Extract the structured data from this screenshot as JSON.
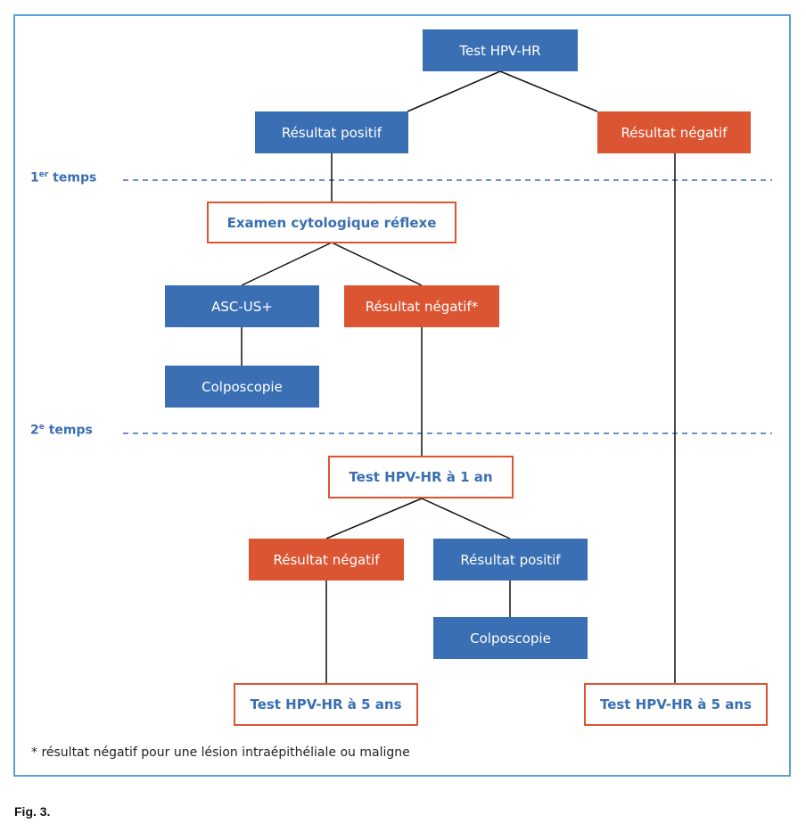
{
  "nodes": {
    "test_hpv": "Test HPV-HR",
    "positif_1": "Résultat positif",
    "negatif_1": "Résultat négatif",
    "cytologie": "Examen cytologique réflexe",
    "ascus": "ASC-US+",
    "negatif_cyto": "Résultat négatif*",
    "colpo_1": "Colposcopie",
    "test_1an": "Test HPV-HR à 1 an",
    "negatif_2": "Résultat négatif",
    "positif_2": "Résultat positif",
    "colpo_2": "Colposcopie",
    "test_5ans_left": "Test HPV-HR à 5 ans",
    "test_5ans_right": "Test HPV-HR à 5 ans"
  },
  "stages": {
    "first": {
      "num": "1",
      "sup": "er",
      "label": " temps"
    },
    "second": {
      "num": "2",
      "sup": "e",
      "label": " temps"
    }
  },
  "footnote": "* résultat négatif pour une lésion intraépithéliale ou maligne",
  "caption": "Fig. 3.",
  "colors": {
    "blue": "#3a6fb4",
    "orange": "#dc5532",
    "frame": "#5b9fd4",
    "dashed": "#3a6fb4"
  }
}
